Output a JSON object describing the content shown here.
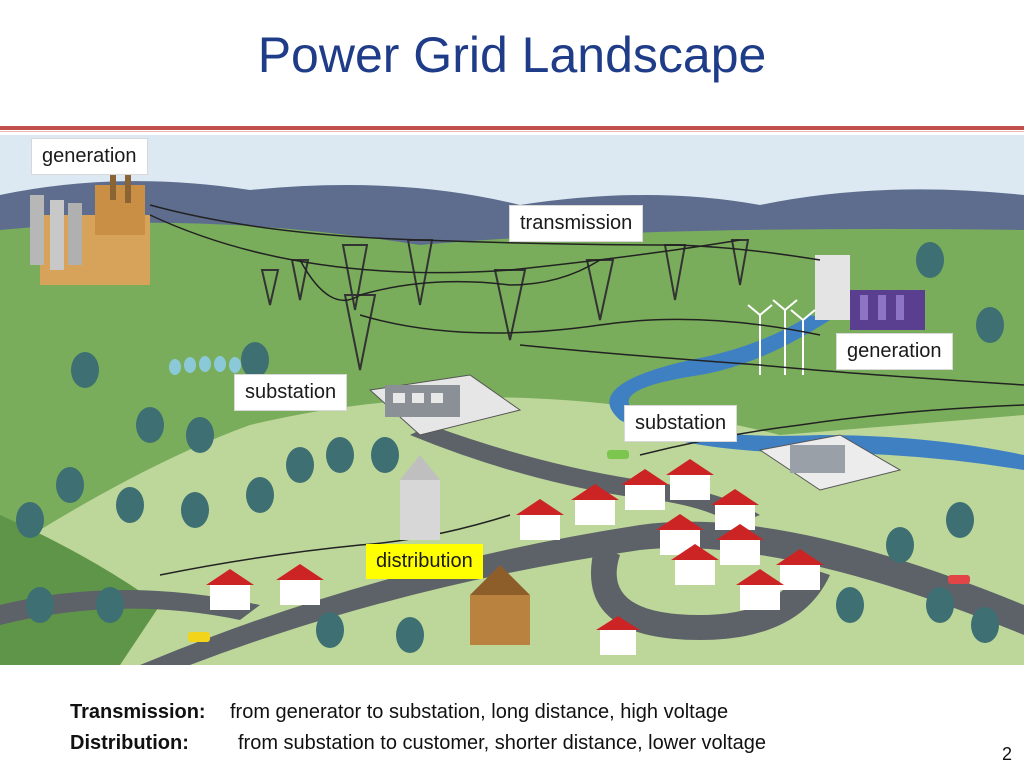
{
  "slide": {
    "title": "Power Grid Landscape",
    "page_number": "2"
  },
  "labels": {
    "generation_left": "generation",
    "transmission": "transmission",
    "generation_right": "generation",
    "substation_left": "substation",
    "substation_right": "substation",
    "distribution": "distribution"
  },
  "caption": {
    "rows": [
      {
        "term": "Transmission:",
        "text": "from generator to substation, long distance, high voltage"
      },
      {
        "term": "Distribution:",
        "text": "from substation to customer, shorter distance, lower voltage"
      }
    ]
  },
  "colors": {
    "title": "#1f3c88",
    "rule": "#c0504d",
    "sky": "#dbe9f3",
    "grass": "#78ad5a",
    "road": "#5d6268",
    "river": "#3e7fc1",
    "distribution_highlight": "#ffff00"
  }
}
